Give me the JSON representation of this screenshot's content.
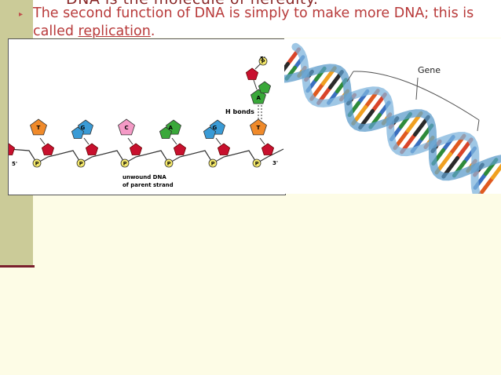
{
  "slide": {
    "prev_line_fragment": "DNA is the molecule of heredity.",
    "bullet": {
      "text_before": "The second function of DNA is simply to make more DNA; this is called",
      "link_text": "replication",
      "text_after": "."
    }
  },
  "figure": {
    "bases": [
      "T",
      "G",
      "C",
      "A",
      "G",
      "T"
    ],
    "top_base": "A",
    "phosphate_label": "P",
    "sugar_label": "",
    "prime_labels": {
      "left": "5'",
      "right": "3'",
      "top": "5'"
    },
    "hbonds_label": "H bonds",
    "caption_line1": "unwound DNA",
    "caption_line2": "of parent strand",
    "base_colors": {
      "T": "#f08a2a",
      "G": "#3a9bd6",
      "C": "#f49ac6",
      "A": "#3aa83a"
    }
  },
  "helix": {
    "gene_label": "Gene"
  }
}
